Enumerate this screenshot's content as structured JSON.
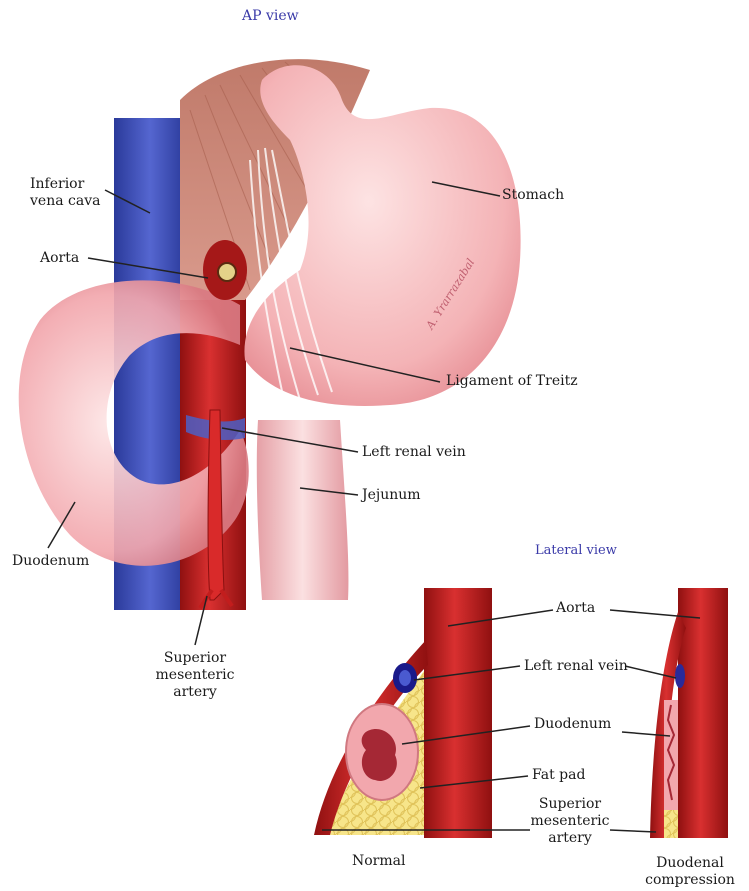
{
  "titles": {
    "ap_view": "AP view",
    "lateral_view": "Lateral view"
  },
  "ap_labels": {
    "ivc_1": "Inferior",
    "ivc_2": "vena cava",
    "aorta": "Aorta",
    "stomach": "Stomach",
    "ligament": "Ligament of Treitz",
    "left_renal_vein": "Left renal vein",
    "jejunum": "Jejunum",
    "duodenum": "Duodenum",
    "sma_1": "Superior",
    "sma_2": "mesenteric",
    "sma_3": "artery"
  },
  "lateral_labels": {
    "aorta": "Aorta",
    "left_renal_vein": "Left renal vein",
    "duodenum": "Duodenum",
    "fat_pad": "Fat pad",
    "sma_1": "Superior",
    "sma_2": "mesenteric",
    "sma_3": "artery",
    "normal": "Normal",
    "compression_1": "Duodenal",
    "compression_2": "compression"
  },
  "signature": "A. Yrarrazabal",
  "colors": {
    "ivc": "#3b4fb8",
    "aorta": "#c21d1d",
    "stomach": "#f4b3b6",
    "duodenum": "#f2a7ad",
    "fat": "#f7e58a",
    "title": "#3a3aa8"
  }
}
